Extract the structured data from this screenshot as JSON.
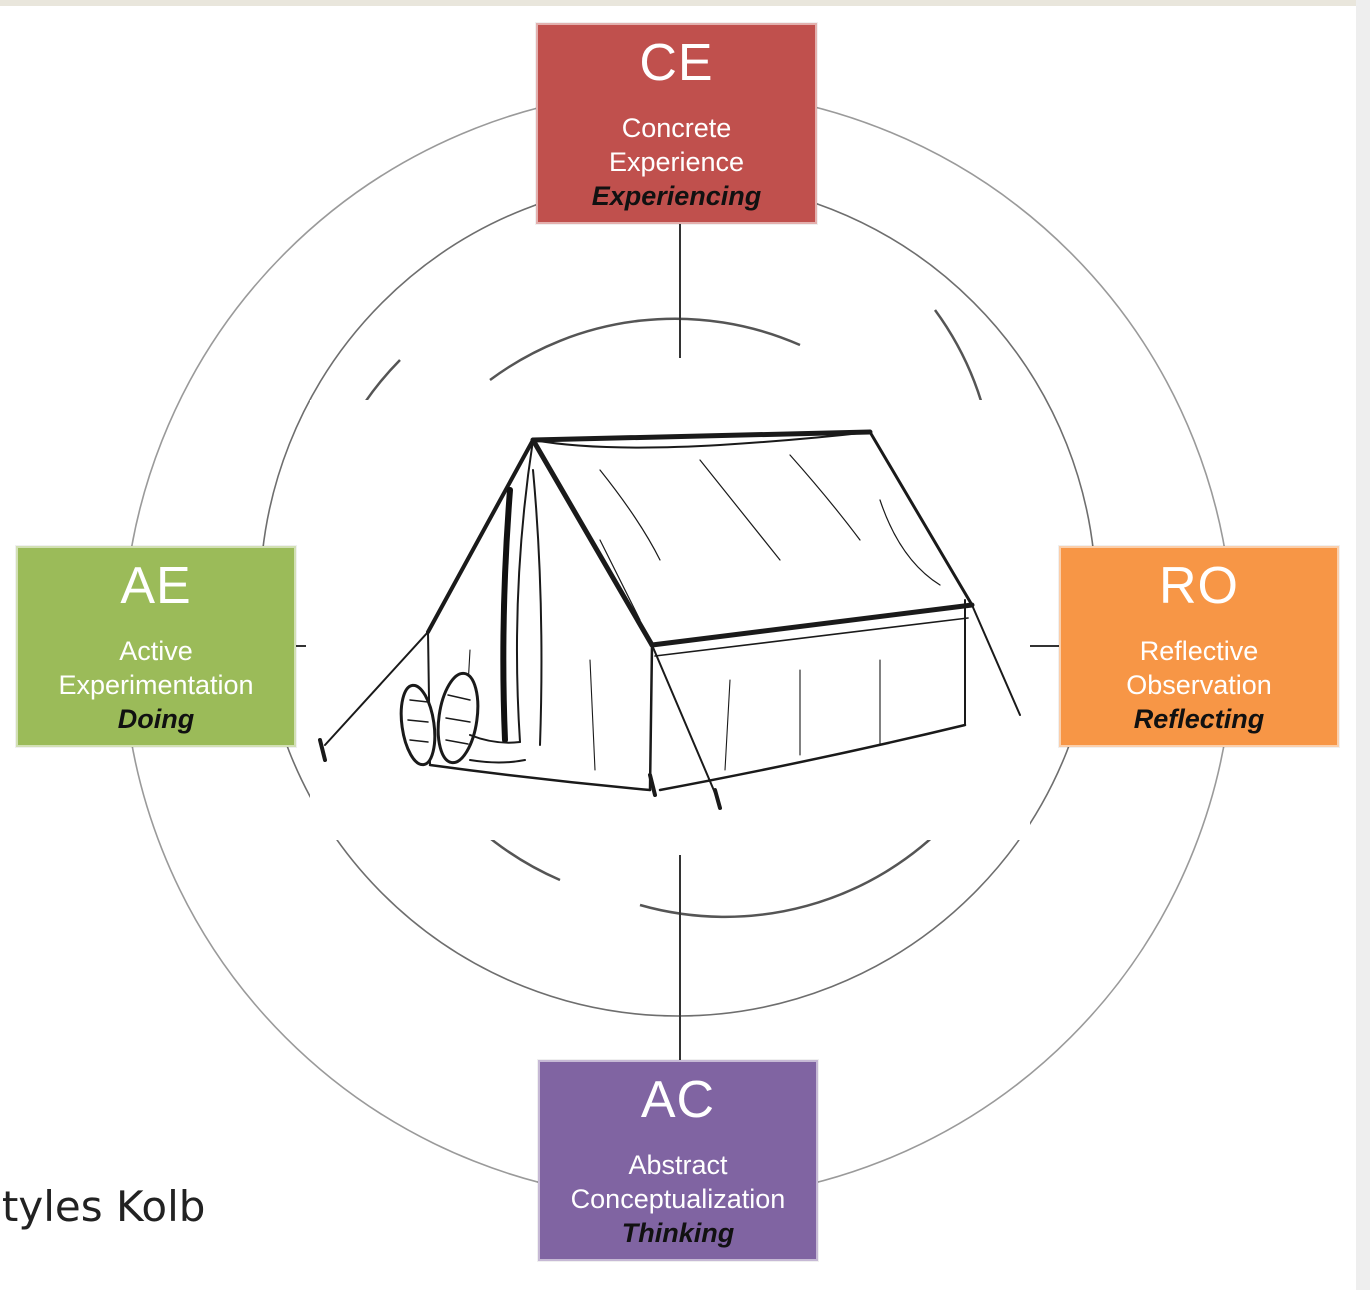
{
  "diagram": {
    "colors": {
      "concrete_experience": "#c0504d",
      "active_experimentation": "#9bbb59",
      "reflective_observation": "#f79646",
      "abstract_conceptualization": "#8064a2"
    },
    "center_illustration": "tent-with-feet-drawing",
    "boxes": {
      "ce": {
        "code": "CE",
        "name_line1": "Concrete",
        "name_line2": "Experience",
        "verb": "Experiencing"
      },
      "ae": {
        "code": "AE",
        "name_line1": "Active",
        "name_line2": "Experimentation",
        "verb": "Doing"
      },
      "ro": {
        "code": "RO",
        "name_line1": "Reflective",
        "name_line2": "Observation",
        "verb": "Reflecting"
      },
      "ac": {
        "code": "AC",
        "name_line1": "Abstract",
        "name_line2": "Conceptualization",
        "verb": "Thinking"
      }
    },
    "caption": "styles Kolb"
  }
}
